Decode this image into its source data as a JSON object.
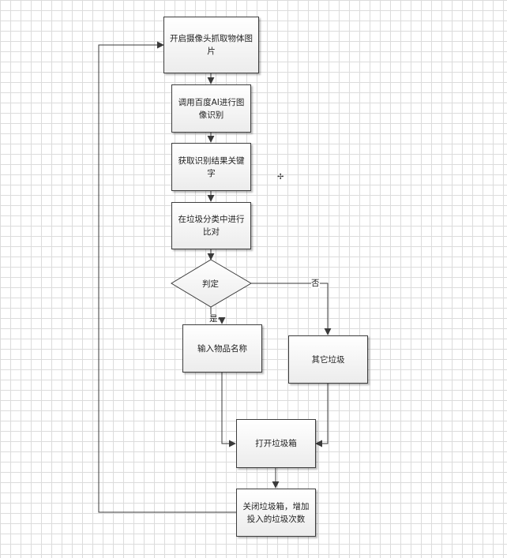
{
  "nodes": {
    "capture": "开启摄像头抓取物体图片",
    "recognize": "调用百度AI进行图像识别",
    "keywords": "获取识别结果关键字",
    "compare": "在垃圾分类中进行比对",
    "decision": "判定",
    "item_name": "输入物品名称",
    "other": "其它垃圾",
    "open_bin": "打开垃圾箱",
    "close_bin": "关闭垃圾箱，增加投入的垃圾次数"
  },
  "edges": {
    "yes": "是",
    "no": "否"
  }
}
